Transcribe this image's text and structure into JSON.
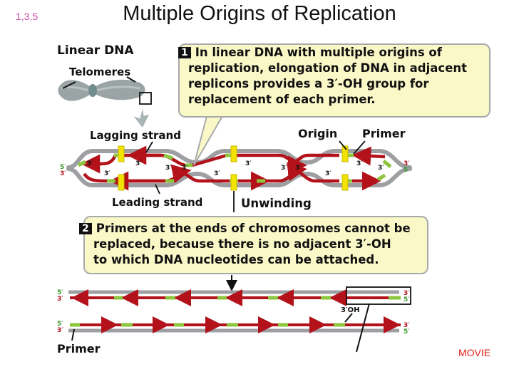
{
  "slide": {
    "number": "1,3,5",
    "title": "Multiple Origins of Replication",
    "movie_label": "MOVIE"
  },
  "labels": {
    "linear_dna": "Linear DNA",
    "telomeres": "Telomeres",
    "lagging_strand": "Lagging strand",
    "origin": "Origin",
    "primer": "Primer",
    "leading_strand": "Leading strand",
    "unwinding": "Unwinding",
    "three_oh": "3′OH",
    "primer_bottom": "Primer",
    "five_prime": "5′",
    "three_prime": "3′"
  },
  "callout1": {
    "number": "1",
    "lines": [
      "In linear DNA with multiple origins of",
      "replication, elongation of DNA in adjacent",
      "replicons provides a 3′-OH group for",
      "replacement of each primer."
    ]
  },
  "callout2": {
    "number": "2",
    "lines": [
      "Primers at the ends of chromosomes cannot be",
      "replaced, because there is no adjacent 3′-OH",
      "to which DNA nucleotides can be attached."
    ]
  },
  "colors": {
    "parental_strand": "#9d9fa2",
    "new_strand": "#b3121b",
    "primer": "#8cc63f",
    "origin_marker": "#f3e300",
    "callout_fill": "#fbf8c8",
    "slide_number": "#c64ba6",
    "movie": "#e0201b"
  }
}
